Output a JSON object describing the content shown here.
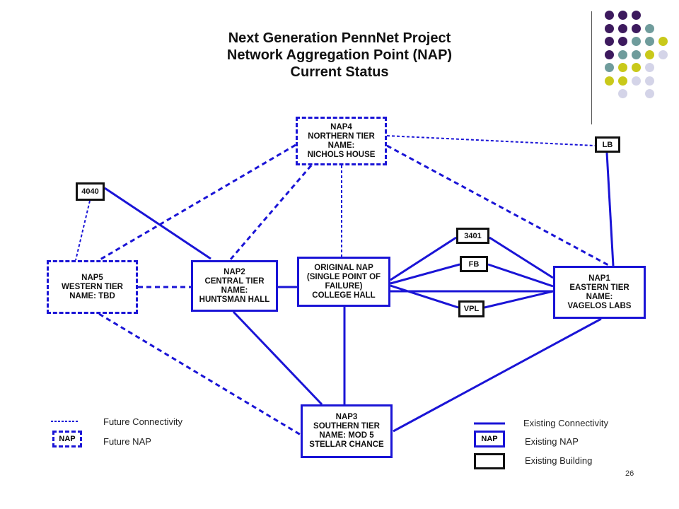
{
  "title": {
    "line1": "Next Generation PennNet Project",
    "line2": "Network Aggregation Point (NAP)",
    "line3": "Current Status"
  },
  "nodes": {
    "nap4": [
      "NAP4",
      "NORTHERN TIER",
      "NAME:",
      "NICHOLS HOUSE"
    ],
    "nap5": [
      "NAP5",
      "WESTERN TIER",
      "NAME: TBD"
    ],
    "nap2": [
      "NAP2",
      "CENTRAL TIER",
      "NAME:",
      "HUNTSMAN HALL"
    ],
    "original": [
      "ORIGINAL NAP",
      "(SINGLE POINT OF",
      "FAILURE)",
      "COLLEGE HALL"
    ],
    "nap1": [
      "NAP1",
      "EASTERN TIER",
      "NAME:",
      "VAGELOS LABS"
    ],
    "nap3": [
      "NAP3",
      "SOUTHERN TIER",
      "NAME: MOD 5",
      "STELLAR CHANCE"
    ]
  },
  "buildings": {
    "b4040": "4040",
    "lb": "LB",
    "b3401": "3401",
    "fb": "FB",
    "vpl": "VPL"
  },
  "legend": {
    "future_connectivity": "Future Connectivity",
    "future_nap_box": "NAP",
    "future_nap": "Future NAP",
    "existing_connectivity": "Existing Connectivity",
    "existing_nap_box": "NAP",
    "existing_nap": "Existing NAP",
    "existing_building": "Existing Building"
  },
  "page_number": "26",
  "colors": {
    "line": "#1a14d6",
    "purple": "#3d1a5e",
    "teal": "#6f9c9c",
    "yellow": "#c9c91a",
    "lavender": "#d4d4e8"
  }
}
